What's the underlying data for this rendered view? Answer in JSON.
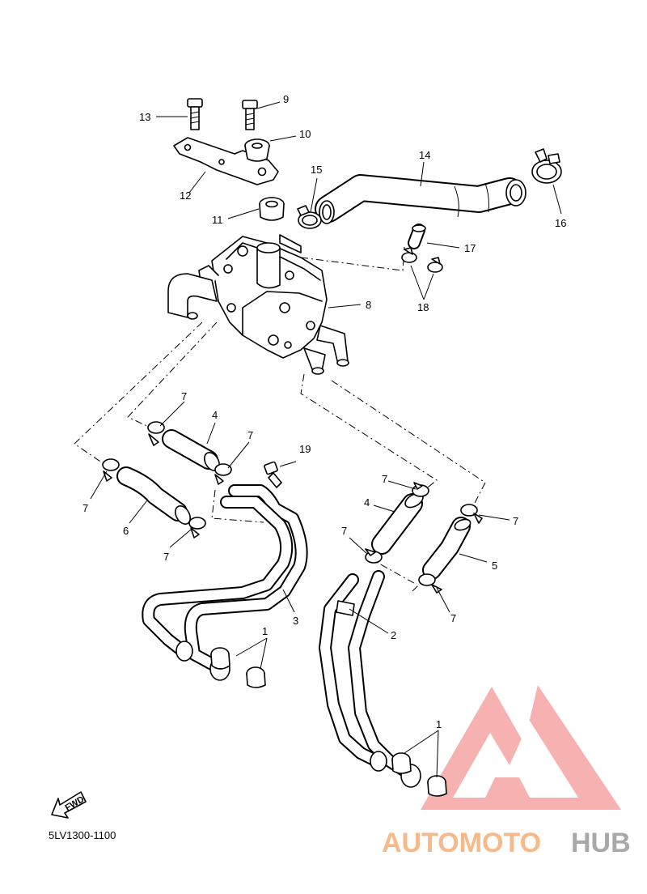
{
  "diagram": {
    "callouts": [
      "1",
      "1",
      "2",
      "3",
      "4",
      "4",
      "5",
      "6",
      "7",
      "7",
      "7",
      "7",
      "7",
      "7",
      "7",
      "7",
      "8",
      "9",
      "10",
      "11",
      "12",
      "13",
      "14",
      "15",
      "16",
      "17",
      "18",
      "19"
    ],
    "fwd_label": "FWD",
    "part_code": "5LV1300-1100"
  },
  "watermark": {
    "word_orange": "AUTOMOTO",
    "word_gray": "HUB",
    "colors": {
      "orange": "#f5b98a",
      "gray": "#a9a9a9",
      "logo": "#f29a9a"
    }
  }
}
